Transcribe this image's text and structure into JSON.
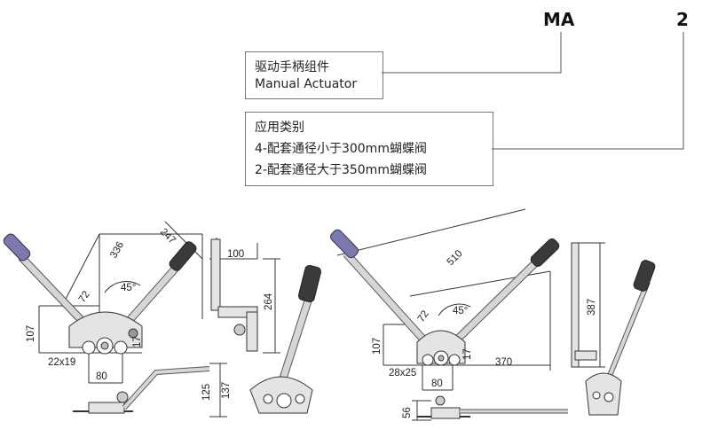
{
  "header": {
    "code_ma": "MA",
    "code_2": "2"
  },
  "box_actuator": {
    "line1": "驱动手柄组件",
    "line2": "Manual Actuator"
  },
  "box_application": {
    "title": "应用类别",
    "line1": "4-配套通径小于300mm蝴蝶阀",
    "line2": "2-配套通径大于350mm蝴蝶阀"
  },
  "left_drawing": {
    "dims": {
      "d247": "247",
      "d336": "336",
      "d72": "72",
      "d45": "45°",
      "d107": "107",
      "d22x19": "22x19",
      "d17": "17",
      "d80": "80",
      "d100": "100",
      "d264": "264",
      "d125": "125",
      "d137": "137"
    }
  },
  "right_drawing": {
    "dims": {
      "d510": "510",
      "d72": "72",
      "d45": "45°",
      "d107": "107",
      "d28x25": "28x25",
      "d17": "17",
      "d80": "80",
      "d370": "370",
      "d387": "387",
      "d56": "56"
    }
  },
  "colors": {
    "grip_purple": "#7a7ab0",
    "grip_dark": "#3a3a3a",
    "metal": "#d6d6d6",
    "line": "#333333"
  }
}
